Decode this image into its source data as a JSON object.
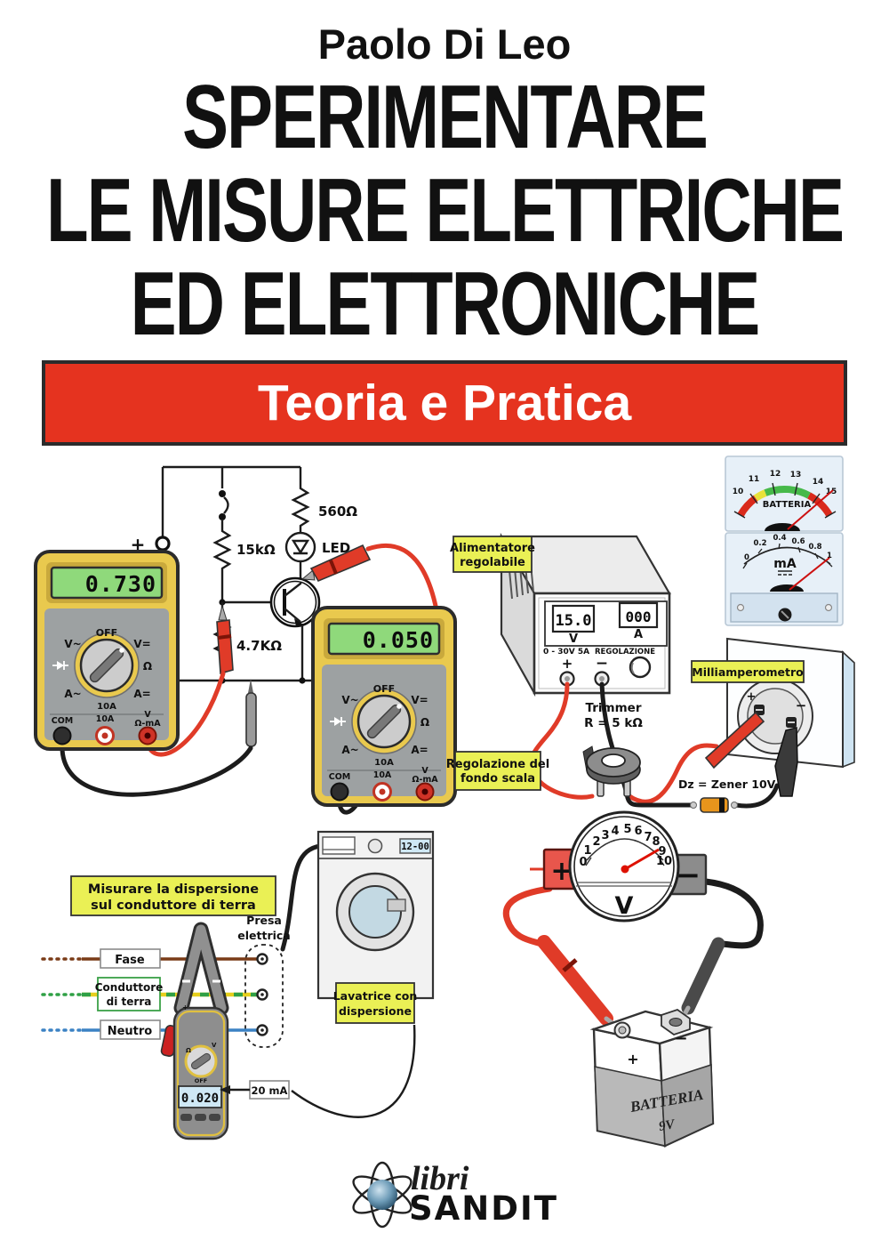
{
  "cover": {
    "author": "Paolo Di Leo",
    "title_lines": [
      "SPERIMENTARE",
      "LE MISURE ELETTRICHE",
      "ED ELETTRONICHE"
    ],
    "banner": "Teoria e Pratica"
  },
  "colors": {
    "banner_red": "#e5331f",
    "callout_yellow": "#eaf055",
    "lcd_green": "#8fd97b",
    "lcd_blue": "#cfe8f5",
    "wire_red": "#e03b28",
    "multimeter_yellow": "#e9c94e",
    "meter_face_blue": "#e7f0f8"
  },
  "circuit": {
    "resistor_top": "560Ω",
    "resistor_base": "15kΩ",
    "resistor_emitter": "4.7KΩ",
    "led": "LED",
    "battery_voltage": "9V",
    "plus": "+",
    "minus": "−"
  },
  "multimeter": {
    "display1": "0.730",
    "display2": "0.050",
    "off": "OFF",
    "v_ac": "V~",
    "v_dc": "V=",
    "ohm": "Ω",
    "a_ac": "A~",
    "a_dc": "A=",
    "range_10a": "10A",
    "jack_com": "COM",
    "jack_10a": "10A",
    "jack_v": "V",
    "jack_ohm_ma": "Ω-mA"
  },
  "power_supply": {
    "callout": [
      "Alimentatore",
      "regolabile"
    ],
    "volt_display": "15.0",
    "amp_display": "000",
    "volt_label": "V",
    "amp_label": "A",
    "knob_label": "REGOLAZIONE",
    "range_label": "0 - 30V 5A",
    "plus": "+",
    "minus": "−"
  },
  "battery_meter": {
    "title": "BATTERIA",
    "ticks": [
      "10",
      "11",
      "12",
      "13",
      "14",
      "15"
    ]
  },
  "ma_meter": {
    "title": "mA",
    "ticks": [
      "0",
      "0.2",
      "0.4",
      "0.6",
      "0.8",
      "1"
    ]
  },
  "milliammeter": {
    "callout": "Milliamperometro",
    "plus": "+",
    "minus": "−",
    "zener_label": "Dz = Zener 10V"
  },
  "trimmer": {
    "name": "Trimmer",
    "value": "R = 5 kΩ",
    "callout": [
      "Regolazione del",
      "fondo scala"
    ]
  },
  "dispersion": {
    "callout": [
      "Misurare la dispersione",
      "sul conduttore di terra"
    ],
    "wire_fase": "Fase",
    "wire_terra": [
      "Conduttore",
      "di terra"
    ],
    "wire_neutro": "Neutro",
    "socket_label": [
      "Presa",
      "elettrica"
    ],
    "clamp_display": "0.020",
    "clamp_off": "OFF",
    "current_label": "20 mA"
  },
  "washer": {
    "callout": [
      "Lavatrice con",
      "dispersione"
    ],
    "display": "12-00"
  },
  "voltmeter": {
    "unit": "V",
    "ticks": [
      "0",
      "1",
      "2",
      "3",
      "4",
      "5",
      "6",
      "7",
      "8",
      "9",
      "10"
    ],
    "plus": "+",
    "minus": "−"
  },
  "battery9v": {
    "name": "BATTERIA",
    "voltage": "9V",
    "plus": "+",
    "minus": "−"
  },
  "publisher": {
    "libri": "libri",
    "name": "SANDIT"
  }
}
